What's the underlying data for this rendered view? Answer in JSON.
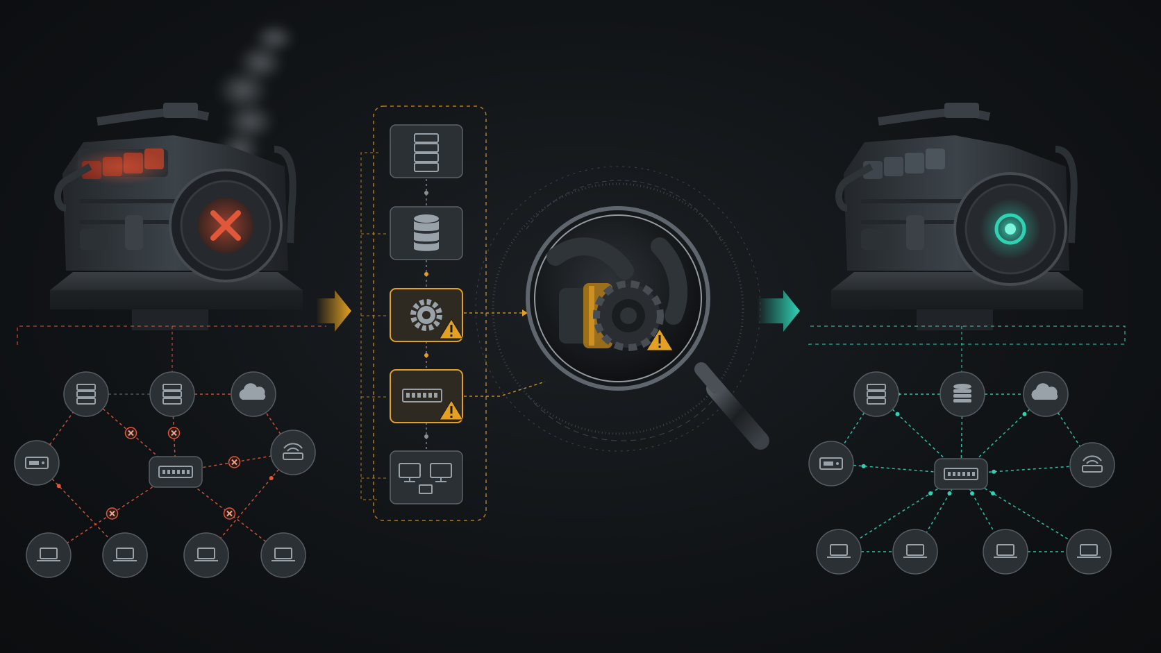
{
  "colors": {
    "background": "#121518",
    "failure": "#e0573a",
    "warning": "#e3a023",
    "healthy": "#2fd3b4",
    "node_fill": "#2b3035",
    "node_stroke": "#565d64",
    "icon": "#9aa2a9",
    "metal_dark": "#1f2327",
    "metal_mid": "#3a4046",
    "metal_light": "#5b636b"
  },
  "panels": {
    "failed": {
      "state": "failure",
      "engine_status_icon": "x-mark-icon",
      "network": {
        "nodes": [
          {
            "id": "f_srv1",
            "icon": "server-icon"
          },
          {
            "id": "f_srv2",
            "icon": "server-icon"
          },
          {
            "id": "f_cloud",
            "icon": "cloud-icon"
          },
          {
            "id": "f_nas",
            "icon": "storage-device-icon"
          },
          {
            "id": "f_switch",
            "icon": "switch-icon"
          },
          {
            "id": "f_router",
            "icon": "router-icon"
          },
          {
            "id": "f_lap1",
            "icon": "laptop-icon"
          },
          {
            "id": "f_lap2",
            "icon": "laptop-icon"
          },
          {
            "id": "f_lap3",
            "icon": "laptop-icon"
          },
          {
            "id": "f_lap4",
            "icon": "laptop-icon"
          }
        ],
        "links": [
          {
            "from": "f_srv1",
            "to": "f_srv2",
            "status": "neutral"
          },
          {
            "from": "f_srv2",
            "to": "f_cloud",
            "status": "fault"
          },
          {
            "from": "f_srv2",
            "to": "f_switch",
            "status": "broken"
          },
          {
            "from": "f_srv1",
            "to": "f_switch",
            "status": "broken"
          },
          {
            "from": "f_nas",
            "to": "f_srv1",
            "status": "fault"
          },
          {
            "from": "f_router",
            "to": "f_cloud",
            "status": "fault"
          },
          {
            "from": "f_switch",
            "to": "f_router",
            "status": "broken"
          },
          {
            "from": "f_switch",
            "to": "f_lap1",
            "status": "broken"
          },
          {
            "from": "f_switch",
            "to": "f_lap4",
            "status": "broken"
          },
          {
            "from": "f_nas",
            "to": "f_lap2",
            "status": "fault"
          },
          {
            "from": "f_router",
            "to": "f_lap3",
            "status": "fault"
          }
        ]
      }
    },
    "diagnosis": {
      "stack": [
        {
          "id": "d_server",
          "icon": "server-rack-icon",
          "warning": false
        },
        {
          "id": "d_db",
          "icon": "database-icon",
          "warning": false
        },
        {
          "id": "d_gear",
          "icon": "gear-icon",
          "warning": true
        },
        {
          "id": "d_switch",
          "icon": "network-switch-icon",
          "warning": true
        },
        {
          "id": "d_clients",
          "icon": "workstations-icon",
          "warning": false
        }
      ],
      "magnifier": {
        "icon": "magnifier-icon",
        "focus": "faulty-gear-icon",
        "warning": true
      }
    },
    "restored": {
      "state": "healthy",
      "engine_status_icon": "power-glow-icon",
      "network": {
        "nodes": [
          {
            "id": "r_srv1",
            "icon": "server-icon"
          },
          {
            "id": "r_db",
            "icon": "database-icon"
          },
          {
            "id": "r_cloud",
            "icon": "cloud-icon"
          },
          {
            "id": "r_nas",
            "icon": "storage-device-icon"
          },
          {
            "id": "r_switch",
            "icon": "switch-icon"
          },
          {
            "id": "r_router",
            "icon": "router-icon"
          },
          {
            "id": "r_lap1",
            "icon": "laptop-icon"
          },
          {
            "id": "r_lap2",
            "icon": "laptop-icon"
          },
          {
            "id": "r_lap3",
            "icon": "laptop-icon"
          },
          {
            "id": "r_lap4",
            "icon": "laptop-icon"
          }
        ],
        "links": [
          {
            "from": "r_srv1",
            "to": "r_db"
          },
          {
            "from": "r_db",
            "to": "r_cloud"
          },
          {
            "from": "r_db",
            "to": "r_switch"
          },
          {
            "from": "r_srv1",
            "to": "r_switch"
          },
          {
            "from": "r_cloud",
            "to": "r_switch"
          },
          {
            "from": "r_nas",
            "to": "r_switch"
          },
          {
            "from": "r_switch",
            "to": "r_router"
          },
          {
            "from": "r_srv1",
            "to": "r_nas"
          },
          {
            "from": "r_cloud",
            "to": "r_router"
          },
          {
            "from": "r_switch",
            "to": "r_lap1"
          },
          {
            "from": "r_switch",
            "to": "r_lap2"
          },
          {
            "from": "r_switch",
            "to": "r_lap3"
          },
          {
            "from": "r_switch",
            "to": "r_lap4"
          },
          {
            "from": "r_lap1",
            "to": "r_lap2"
          },
          {
            "from": "r_lap3",
            "to": "r_lap4"
          }
        ]
      }
    }
  }
}
